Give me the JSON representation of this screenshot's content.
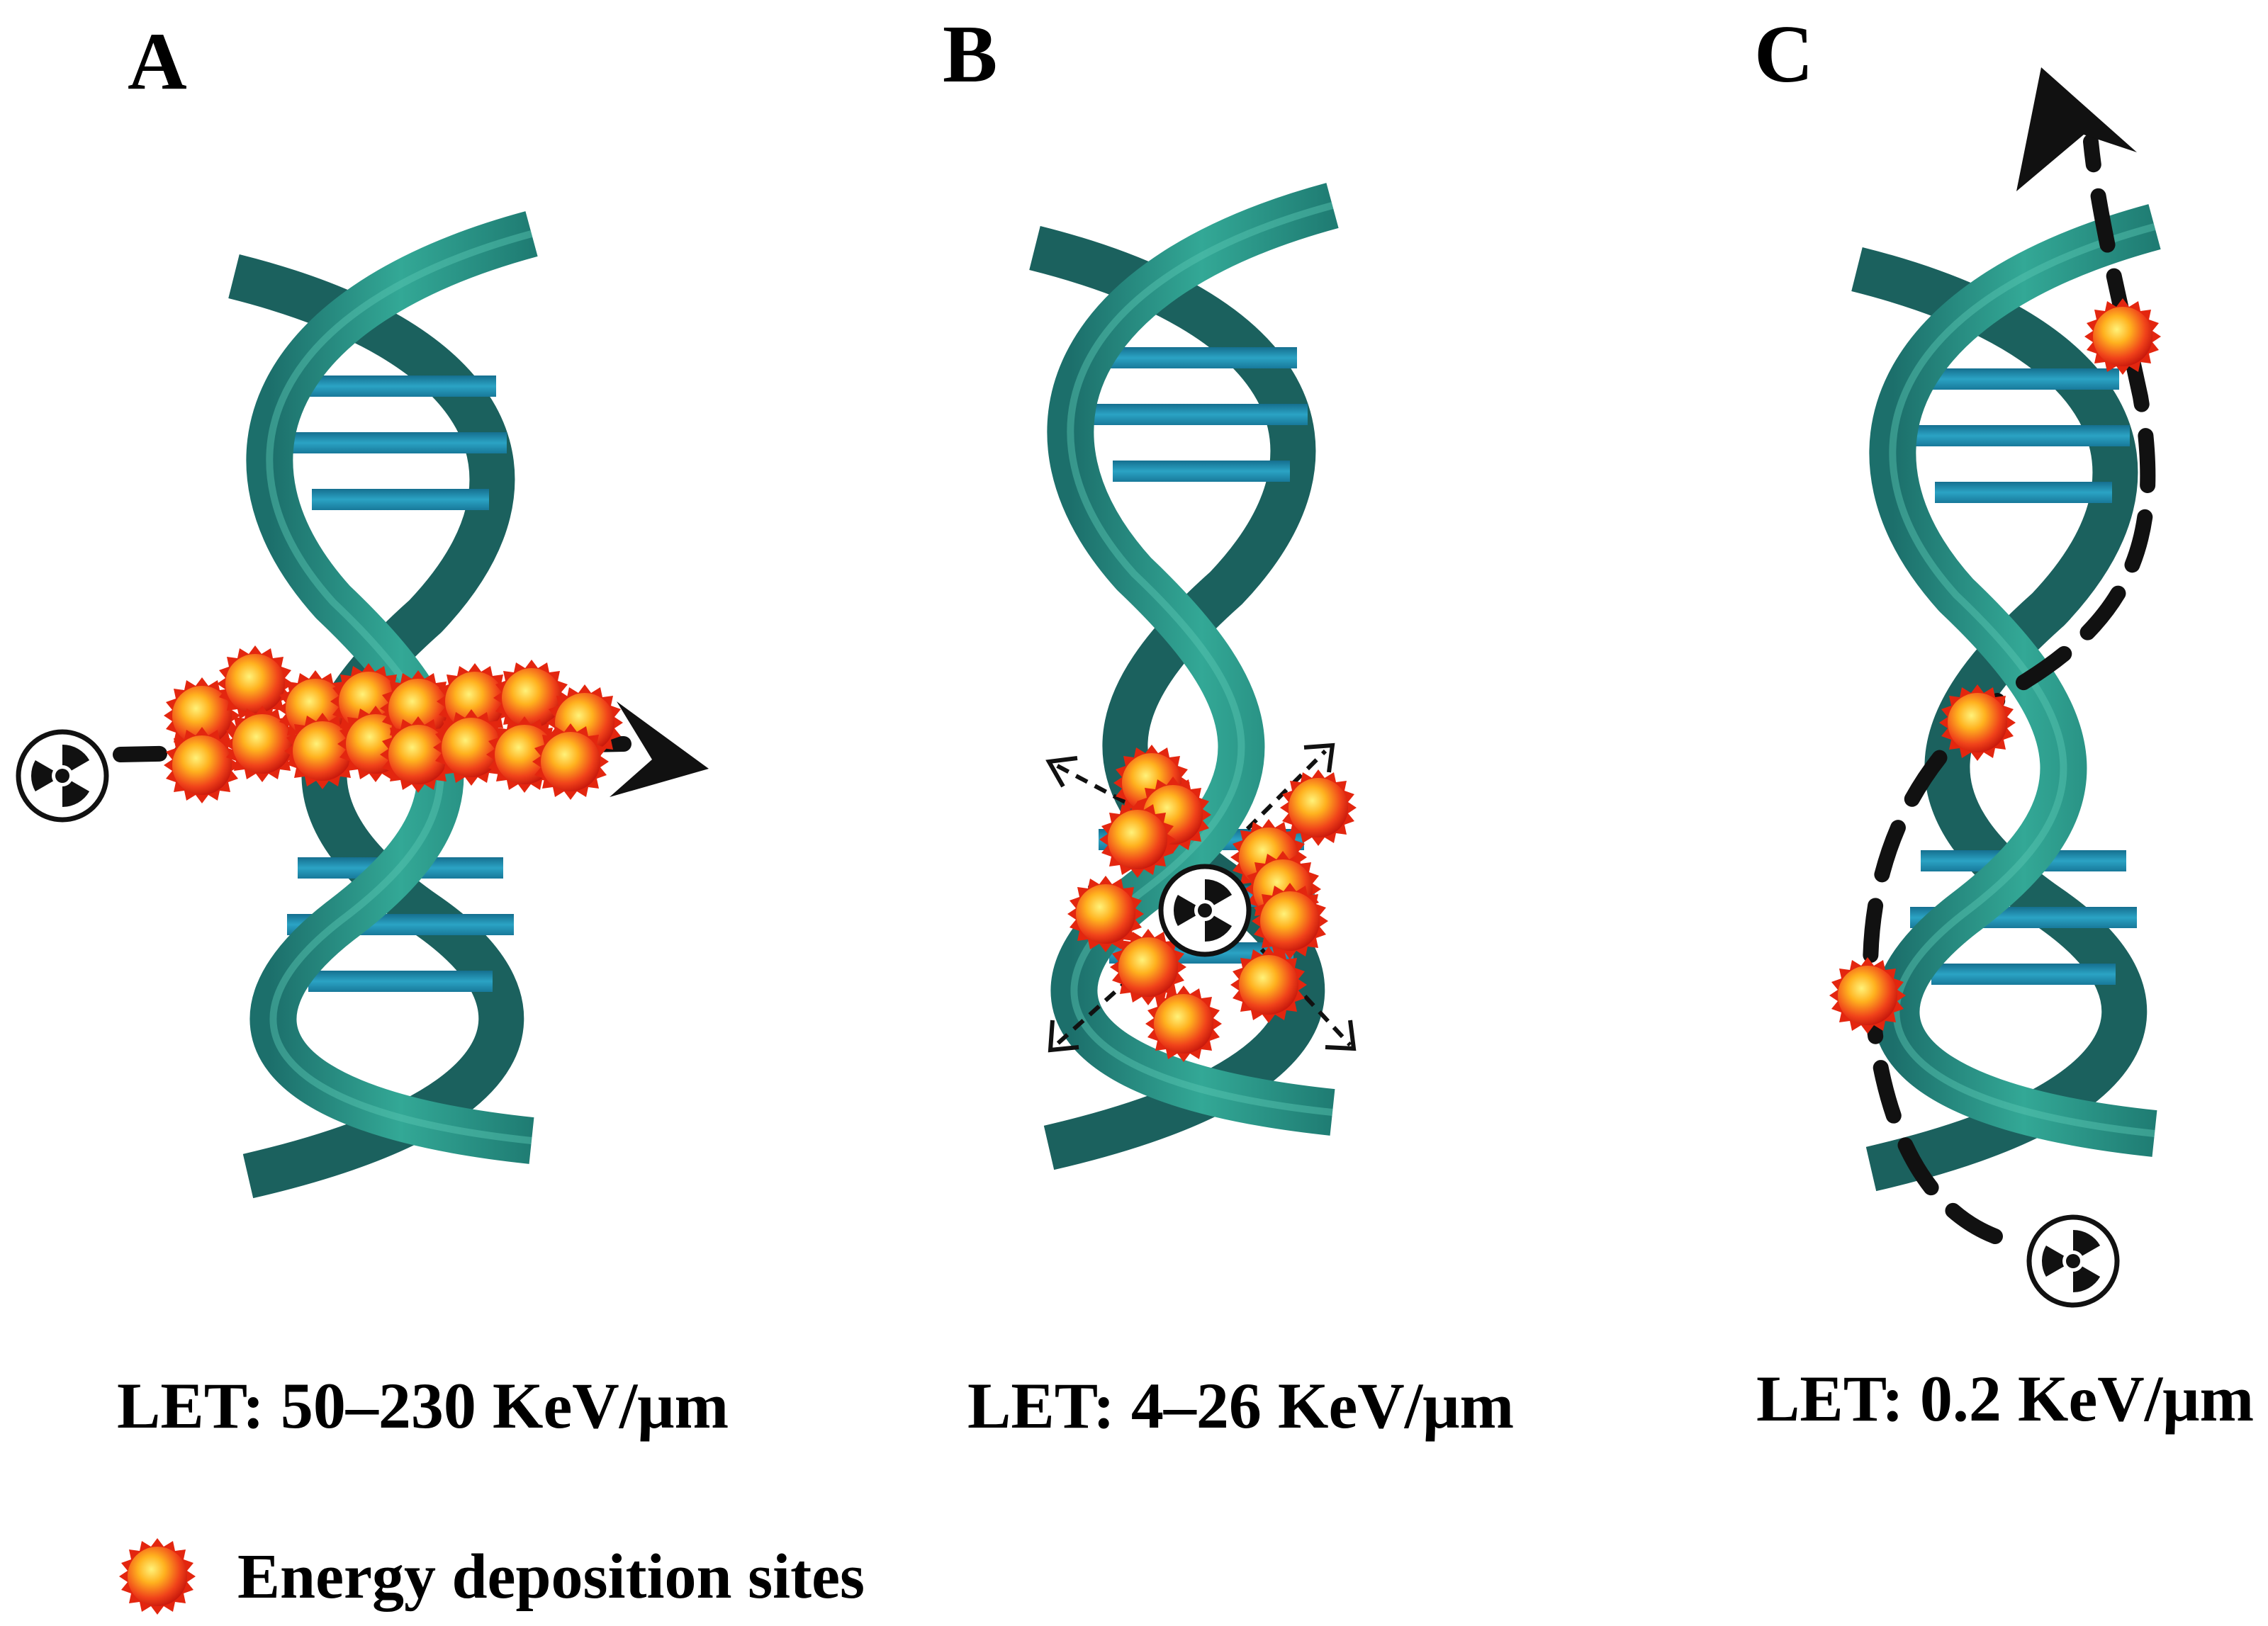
{
  "panels": [
    {
      "letter": "A",
      "let_label": "LET: 50–230 KeV/μm"
    },
    {
      "letter": "B",
      "let_label": "LET: 4–26 KeV/μm"
    },
    {
      "letter": "C",
      "let_label: 0.2 KeV/μm": null,
      "let_label": "LET: 0.2 KeV/μm"
    }
  ],
  "legend": {
    "label": "Energy deposition sites"
  },
  "colors": {
    "helix": "#2a9d8c",
    "helix_dark": "#1f6f6a",
    "base_pair": "#2a93b5",
    "deposition_core": "#ffd84a",
    "deposition_edge": "#e52a10",
    "track": "#111111"
  },
  "icons": {
    "radiation_source": "radiation-trefoil-icon",
    "deposition": "starburst-icon"
  }
}
